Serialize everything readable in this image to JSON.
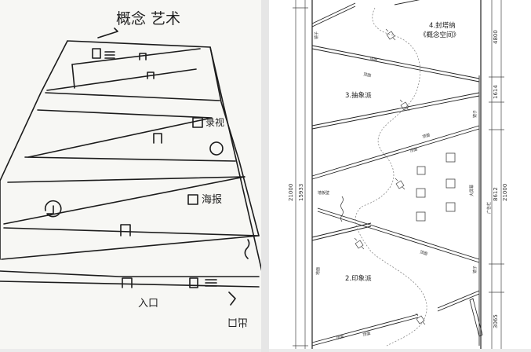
{
  "sketch": {
    "title": "概念 艺术",
    "labels": {
      "video": "录视",
      "poster": "海报",
      "entrance": "入口",
      "exit": "出口"
    }
  },
  "plan": {
    "rooms": {
      "r4_name": "4.封塔纳",
      "r4_sub": "《概念空间》",
      "r3": "3.抽象派",
      "r2": "2.印象派"
    },
    "small_labels": {
      "mirror1": "镜子",
      "mirror2": "镜子",
      "mirror3": "镜子",
      "light1": "顶面",
      "light2": "顶面",
      "light3": "顶面",
      "light4": "顶面",
      "light5": "顶面",
      "light6": "顶面",
      "light7": "顶面",
      "floor1": "地面",
      "floor2": "地面",
      "display": "大屏幕",
      "wall_left": "墙板壁",
      "ad": "广告栏"
    },
    "dims": {
      "left_outer": "21000",
      "left_inner": "15933",
      "r_4800": "4800",
      "r_1614": "1614",
      "r_8612": "8612",
      "r_21000": "21000",
      "r_3065": "3065"
    }
  }
}
